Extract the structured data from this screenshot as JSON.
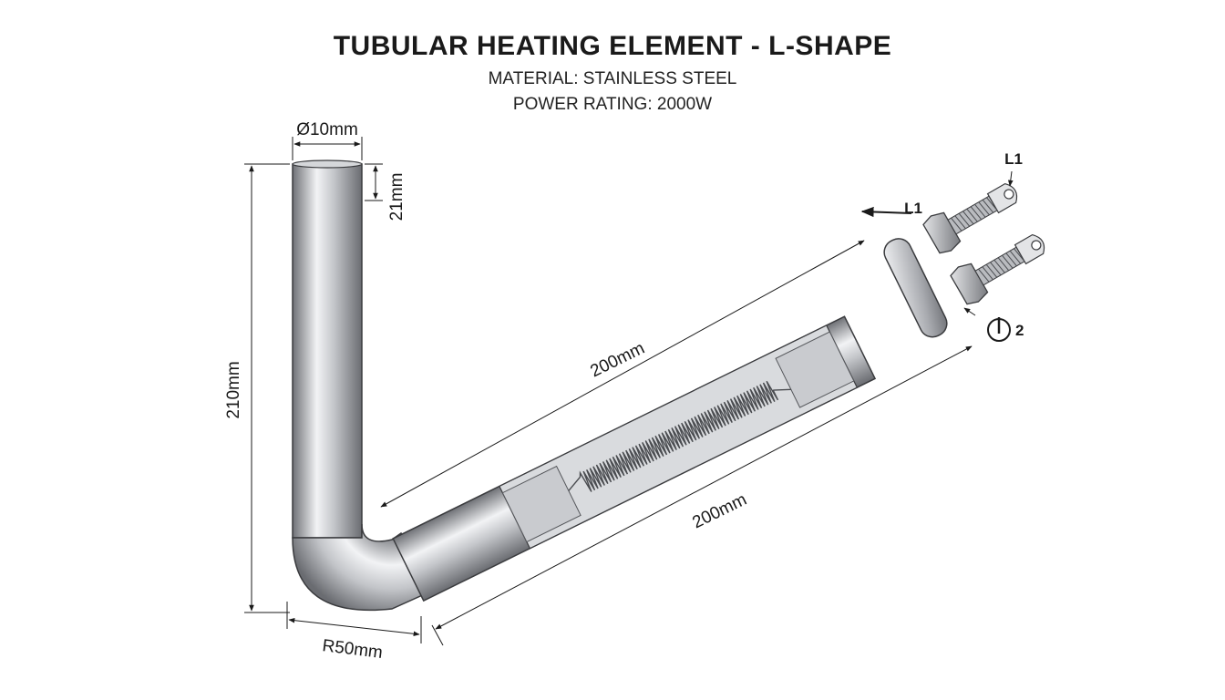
{
  "title": "TUBULAR HEATING ELEMENT - L-SHAPE",
  "material": "MATERIAL: STAINLESS STEEL",
  "power": "POWER RATING: 2000W",
  "dimensions": {
    "diameter": "Ø10mm",
    "top_offset": "21mm",
    "height": "210mm",
    "radius": "R50mm",
    "length_upper": "200mm",
    "length_lower": "200mm"
  },
  "terminals": {
    "label_top": "L1",
    "label_arrow": "L1",
    "label_bottom": "2"
  },
  "colors": {
    "steel_dark": "#7d7f84",
    "steel_light": "#eef0f2",
    "line": "#1a1a1a"
  },
  "icons": {
    "ground": "power-symbol-icon"
  }
}
